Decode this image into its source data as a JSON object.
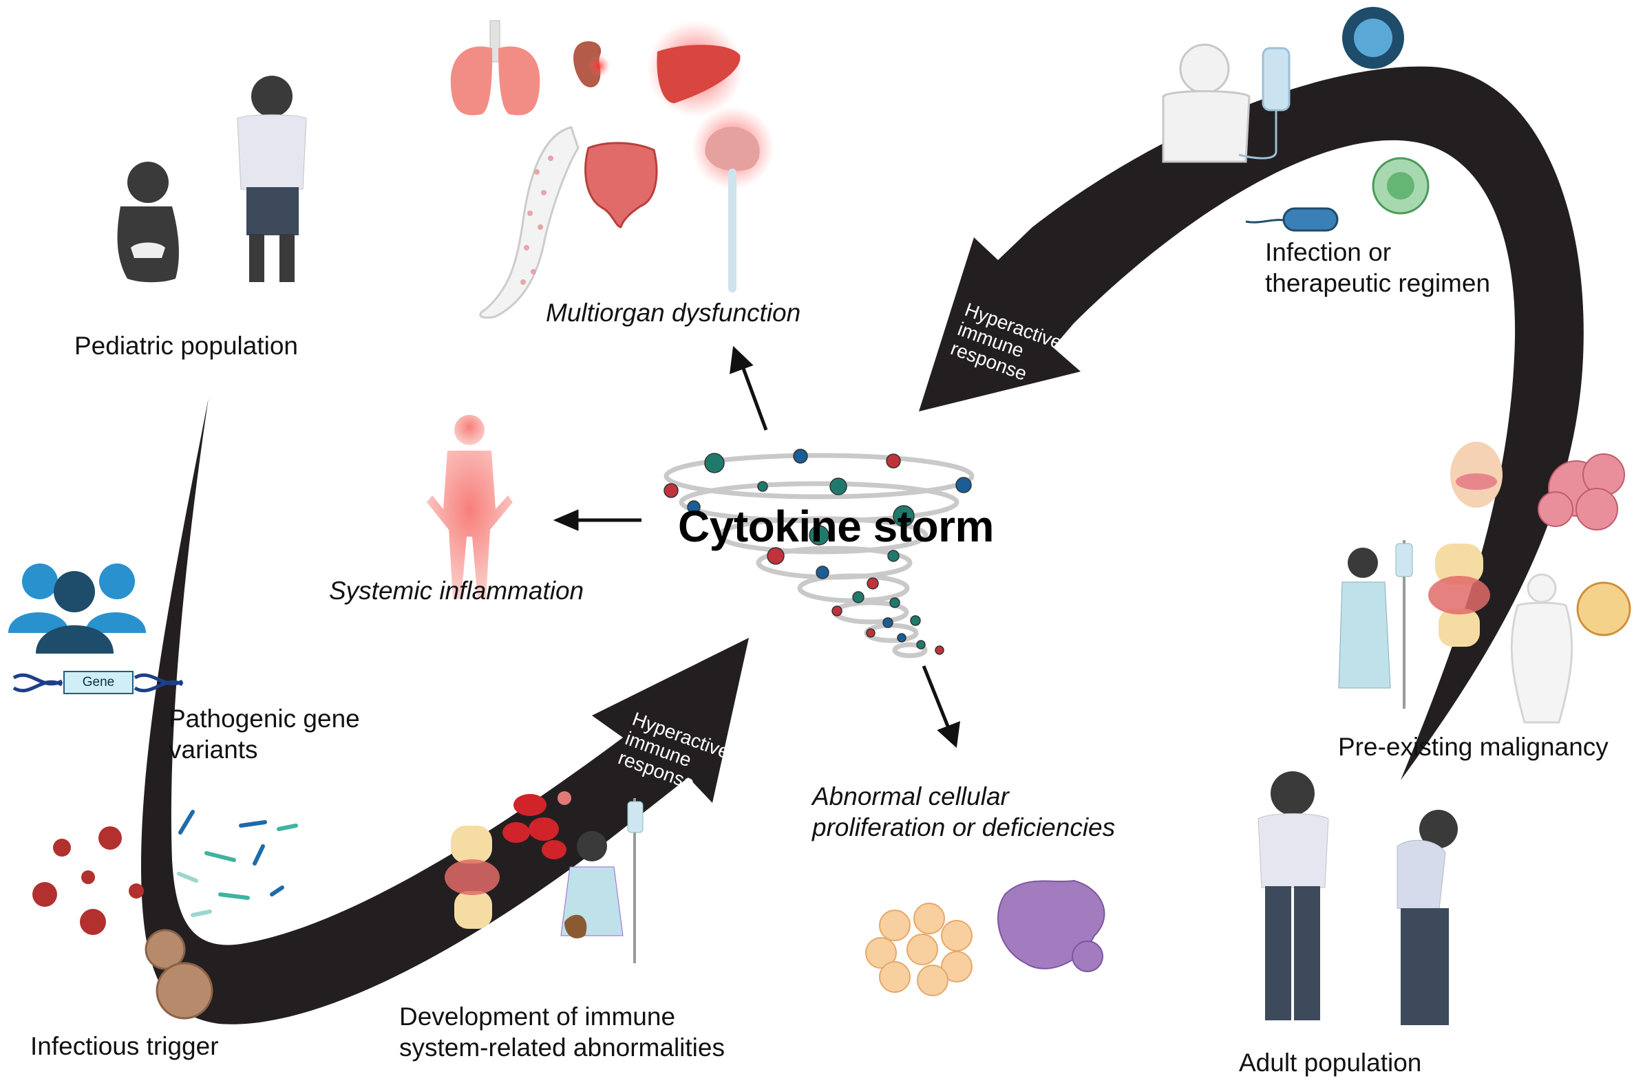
{
  "title": "Cytokine storm",
  "labels": {
    "pediatric": "Pediatric population",
    "gene_variants": [
      "Pathogenic gene",
      "variants"
    ],
    "gene_box": "Gene",
    "infectious_trigger": "Infectious trigger",
    "development": [
      "Development of immune",
      "system-related abnormalities"
    ],
    "multiorgan": "Multiorgan dysfunction",
    "systemic": "Systemic inflammation",
    "abnormal": [
      "Abnormal cellular",
      "proliferation or deficiencies"
    ],
    "infection_regimen": [
      "Infection or",
      "therapeutic regimen"
    ],
    "malignancy": "Pre-existing malignancy",
    "adult": "Adult population"
  },
  "arrow_texts": {
    "lower": [
      "Hyperactive",
      "immune",
      "response"
    ],
    "upper": [
      "Hyperactive",
      "immune",
      "response"
    ]
  },
  "colors": {
    "arrow": "#231f20",
    "teal": "#1f7a6c",
    "blue": "#1b5e96",
    "red": "#c0333a",
    "organ_red": "#e8524f",
    "silhouette": "#3a3a3a"
  },
  "icons": [
    "lungs-icon",
    "kidney-icon",
    "liver-icon",
    "intestine-icon",
    "brain-icon",
    "arm-rash-icon",
    "baby-icon",
    "child-icon",
    "family-dna-icon",
    "dna-strand-icon",
    "virus-icon",
    "bacteria-icon",
    "cell-icon",
    "joint-icon",
    "red-blood-cells-icon",
    "iv-patient-icon",
    "human-body-icon",
    "tornado-icon",
    "cells-icon",
    "patient-torso-icon",
    "iv-bag-icon",
    "coronavirus-icon",
    "immune-cell-icon",
    "bacterium-icon",
    "head-icon",
    "tumor-icon",
    "obese-body-icon",
    "adult-man-icon",
    "elderly-man-icon"
  ]
}
